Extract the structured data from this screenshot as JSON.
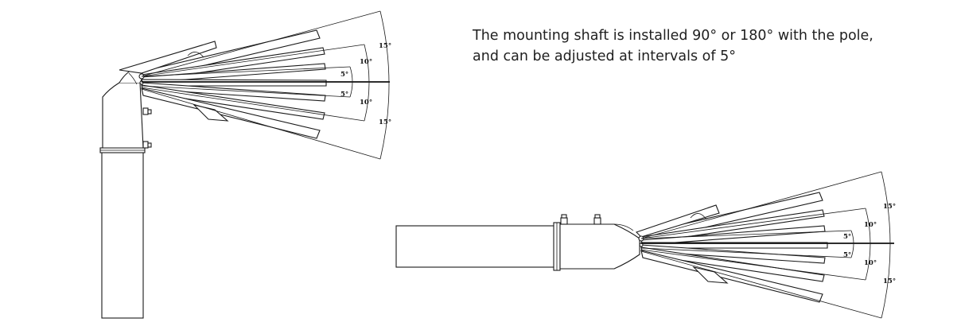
{
  "caption": {
    "line1": "The mounting shaft is installed 90° or 180° with the pole,",
    "line2": "and can be  adjusted at intervals of 5°"
  },
  "angle_labels": {
    "deg5": "5°",
    "deg10": "10°",
    "deg15": "15°"
  }
}
